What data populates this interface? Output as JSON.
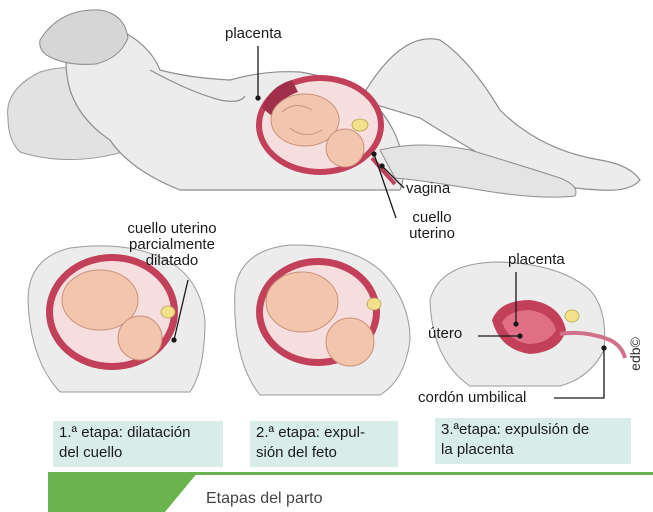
{
  "labels": {
    "placenta_top": "placenta",
    "vagina": "vagina",
    "cuello_line1": "cuello",
    "cuello_line2": "uterino",
    "stage1_line1": "cuello uterino",
    "stage1_line2": "parcialmente",
    "stage1_line3": "dilatado",
    "placenta_stage3": "placenta",
    "utero": "útero",
    "cordon": "cordón umbilical"
  },
  "captions": {
    "stage1_line1": "1.ª etapa: dilatación",
    "stage1_line2": "del cuello",
    "stage2_line1": "2.ª etapa: expul-",
    "stage2_line2": "sión del feto",
    "stage3_line1": "3.ªetapa: expulsión de",
    "stage3_line2": "la placenta"
  },
  "credit": "edb©",
  "footer_title": "Etapas del parto",
  "colors": {
    "skin": "#ececec",
    "skin_shadow": "#c9c9c9",
    "uterus": "#c2405a",
    "uterus_inner": "#e06f86",
    "fetus": "#f2c6ad",
    "fluid": "#f6dede",
    "caption_bg": "#d8ece9",
    "accent_green": "#6ab34e"
  }
}
